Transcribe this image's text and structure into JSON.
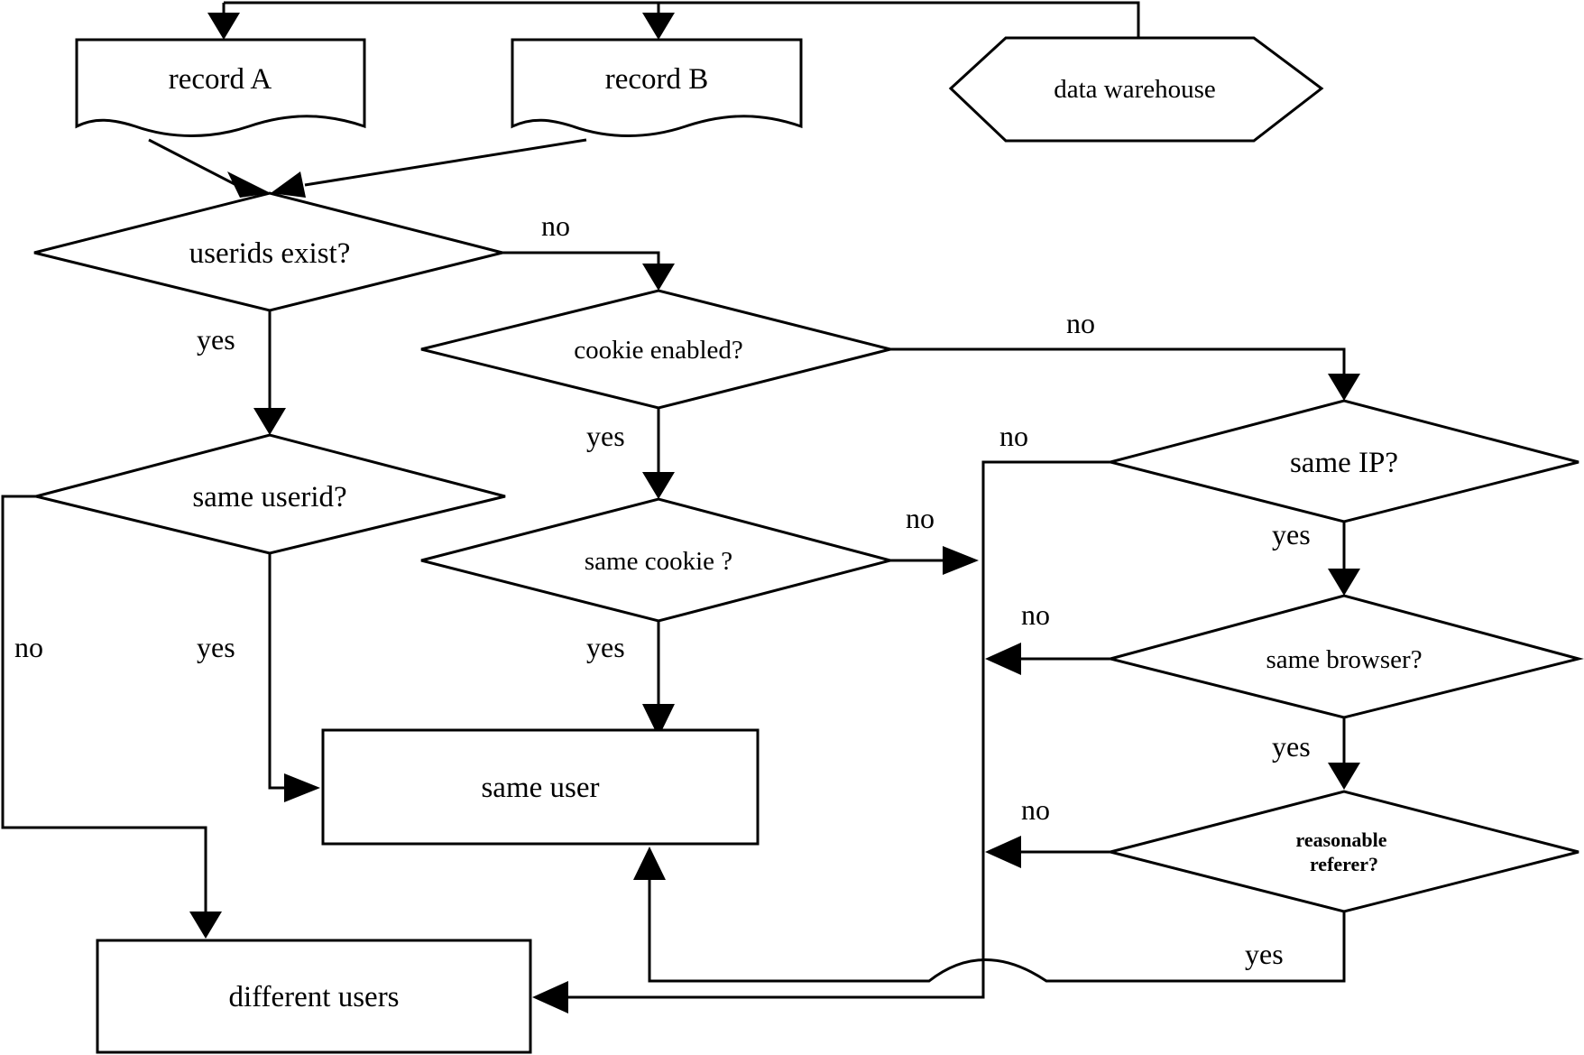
{
  "nodes": {
    "record_a": "record A",
    "record_b": "record B",
    "data_warehouse": "data warehouse",
    "userids_exist": "userids exist?",
    "same_userid": "same userid?",
    "cookie_enabled": "cookie enabled?",
    "same_cookie": "same cookie ?",
    "same_ip": "same IP?",
    "same_browser": "same browser?",
    "reasonable_referer_line1": "reasonable",
    "reasonable_referer_line2": "referer?",
    "same_user": "same user",
    "different_users": "different users"
  },
  "edges": {
    "userids_no": "no",
    "userids_yes": "yes",
    "cookie_no": "no",
    "cookie_yes": "yes",
    "same_ip_no": "no",
    "same_cookie_no": "no",
    "same_ip_yes": "yes",
    "same_userid_no": "no",
    "same_userid_yes": "yes",
    "same_cookie_yes": "yes",
    "same_browser_no": "no",
    "same_browser_yes": "yes",
    "referer_no": "no",
    "referer_yes": "yes"
  }
}
